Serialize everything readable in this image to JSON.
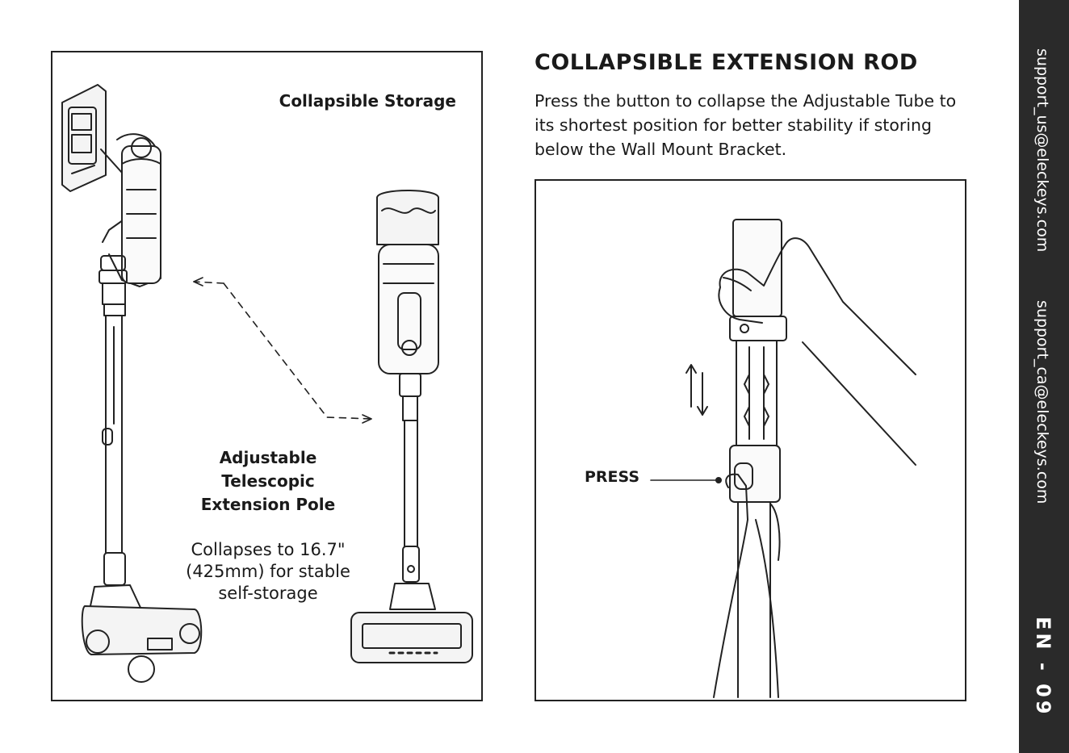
{
  "left_panel": {
    "storage_label": "Collapsible Storage",
    "pole_label_lines": [
      "Adjustable",
      "Telescopic",
      "Extension Pole"
    ],
    "collapse_text_lines": [
      "Collapses to 16.7\"",
      "(425mm) for stable",
      "self-storage"
    ]
  },
  "right_section": {
    "title": "COLLAPSIBLE EXTENSION ROD",
    "description": "Press the button to collapse the Adjustable Tube to its shortest position for better stability if storing below the Wall Mount Bracket.",
    "press_label": "PRESS"
  },
  "sidebar": {
    "email_us": "support_us@eleckeys.com",
    "email_ca": "support_ca@eleckeys.com",
    "page_number": "EN - 09"
  }
}
